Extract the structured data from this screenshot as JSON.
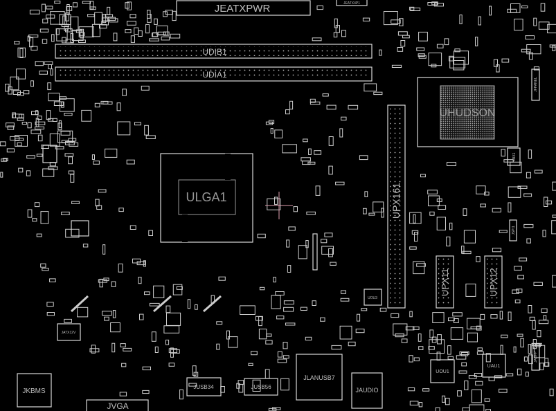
{
  "board": {
    "background": "#000000",
    "outline_color": "#d8d8d8",
    "cursor_color": "#e0a0b0"
  },
  "labels": {
    "atx_power": "JEATXPWR",
    "atx_4pin": "JEATX4P1",
    "dimm_b": "UDIB1",
    "dimm_a": "UDIA1",
    "cpu_socket": "ULGA1",
    "chipset": "UHUDSON",
    "pcie_x16": "UPX161",
    "pcie_x1_1": "UPX11",
    "pcie_x1_2": "UPX12",
    "kb_mouse": "JKBMS",
    "vga": "JVGA",
    "usb34": "JUSB34",
    "usb56": "JUSB56",
    "lan_usb": "JLANUSB7",
    "audio": "JAUDIO",
    "io_chip": "UOU1",
    "audio_codec": "UAU1",
    "atx12v": "JATX12V",
    "small_chip": "UOU3",
    "front_panel": "JFPANEL",
    "front_audio": "JAUFP",
    "spi": "JSPI1",
    "crystal": "XBX1"
  }
}
